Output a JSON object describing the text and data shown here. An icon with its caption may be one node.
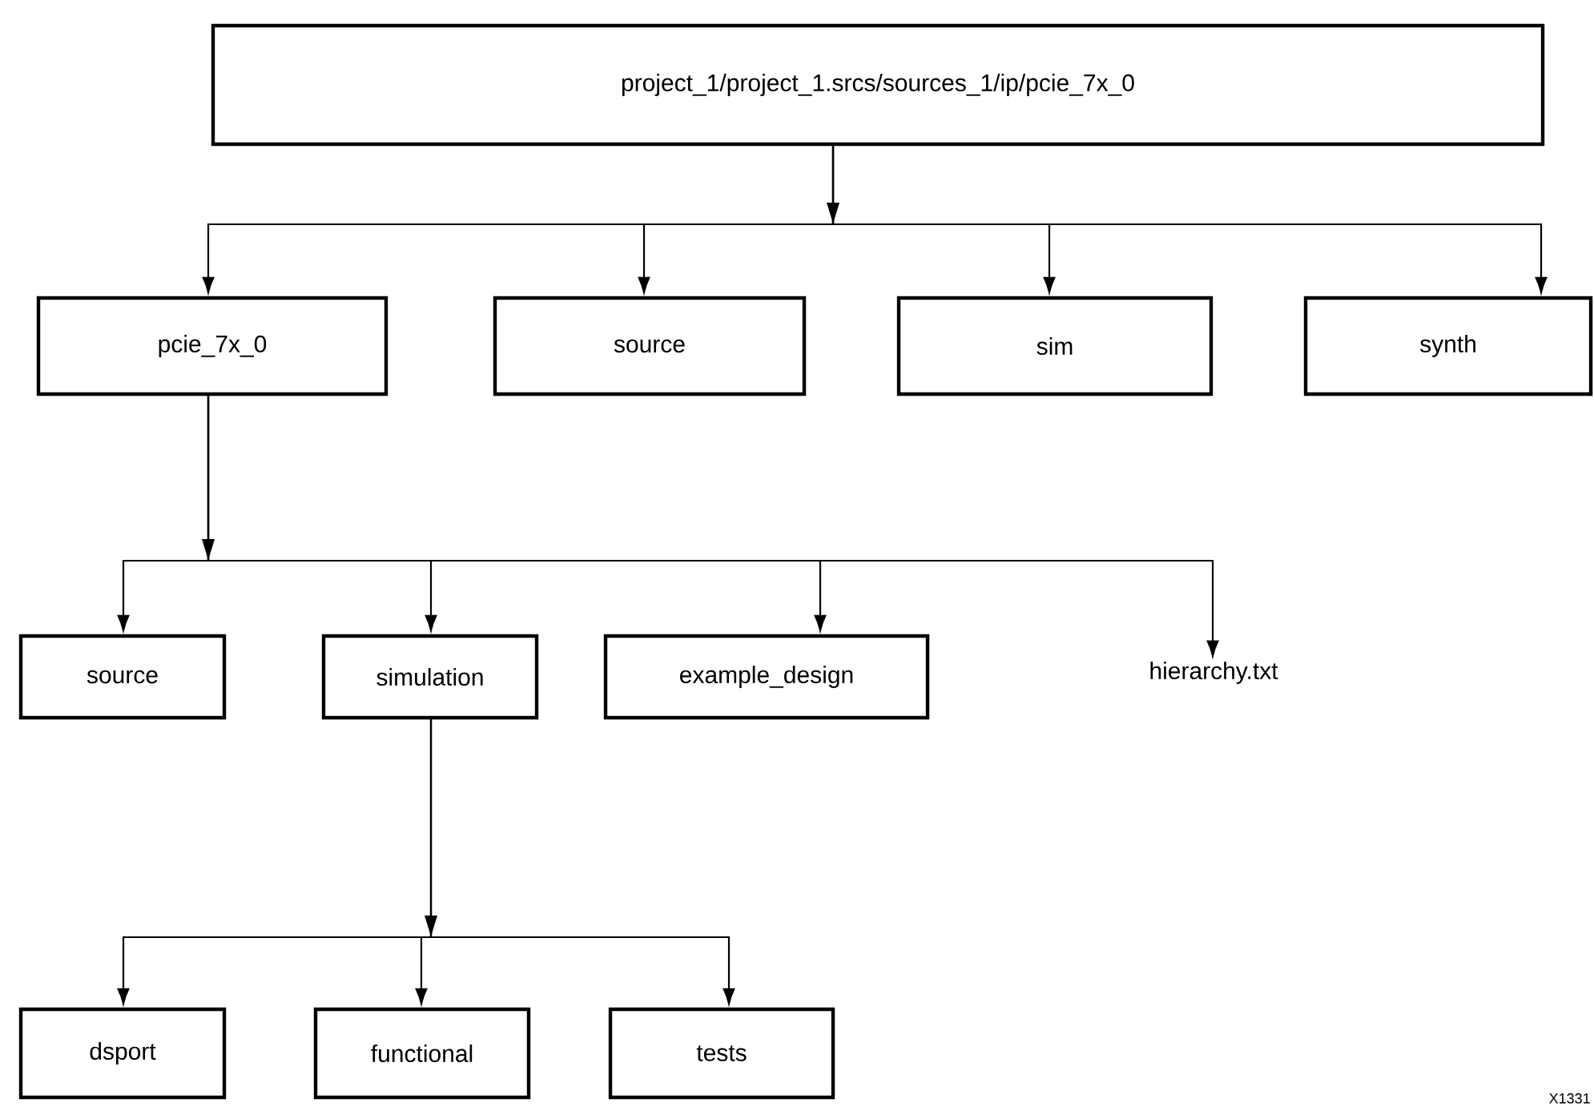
{
  "diagram": {
    "nodes": [
      {
        "text": [
          "project_1/project_1.srcs/sources_1/ip/pcie_7x_0"
        ]
      },
      {
        "text": [
          "pcie_7x_0"
        ]
      },
      {
        "text": [
          "source"
        ]
      },
      {
        "text": [
          "sim"
        ]
      },
      {
        "text": [
          "synth"
        ]
      },
      {
        "text": [
          "source"
        ]
      },
      {
        "text": [
          "simulation"
        ]
      },
      {
        "text": [
          "example_design"
        ]
      },
      {
        "text": [
          "hierarchy.txt"
        ]
      },
      {
        "text": [
          "dsport"
        ]
      },
      {
        "text": [
          "functional"
        ]
      },
      {
        "text": [
          "tests"
        ]
      }
    ],
    "edges": [
      {
        "from": 0,
        "to": 1,
        "arrow": "to"
      },
      {
        "from": 0,
        "to": 2,
        "arrow": "to"
      },
      {
        "from": 0,
        "to": 3,
        "arrow": "to"
      },
      {
        "from": 0,
        "to": 4,
        "arrow": "to"
      },
      {
        "from": 1,
        "to": 5,
        "arrow": "to"
      },
      {
        "from": 1,
        "to": 6,
        "arrow": "to"
      },
      {
        "from": 1,
        "to": 7,
        "arrow": "to"
      },
      {
        "from": 1,
        "to": 8,
        "arrow": "to"
      },
      {
        "from": 6,
        "to": 9,
        "arrow": "to"
      },
      {
        "from": 6,
        "to": 10,
        "arrow": "to"
      },
      {
        "from": 6,
        "to": 11,
        "arrow": "to"
      }
    ],
    "labels": [
      "X1331"
    ]
  }
}
